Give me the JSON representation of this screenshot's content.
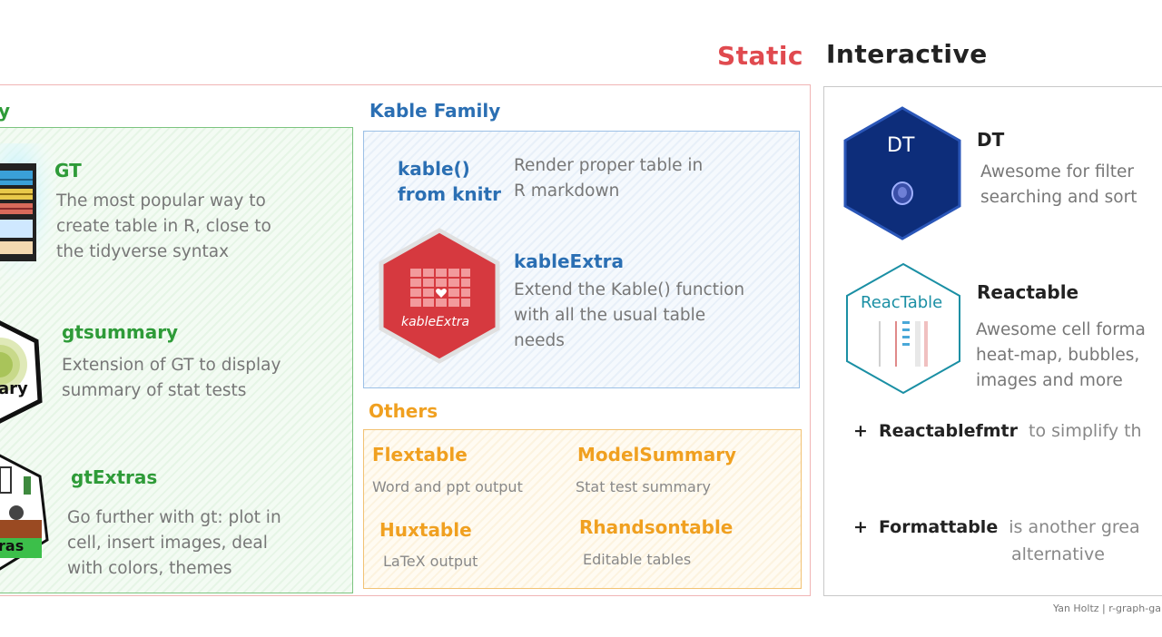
{
  "header": {
    "static_label": "Static",
    "interactive_label": "Interactive"
  },
  "gt_family": {
    "title": "y",
    "gt": {
      "name": "GT",
      "desc_lines": [
        "The most popular way to",
        "create table in R, close to",
        "the tidyverse syntax"
      ]
    },
    "gtsummary": {
      "name": "gtsummary",
      "logo_text": "ary",
      "desc_lines": [
        "Extension of GT to display",
        "summary of stat tests"
      ]
    },
    "gtextras": {
      "name": "gtExtras",
      "logo_text": "ras",
      "desc_lines": [
        "Go further with gt: plot in",
        "cell, insert images, deal",
        "with colors, themes"
      ]
    }
  },
  "kable_family": {
    "title": "Kable Family",
    "kable": {
      "name_lines": [
        "kable()",
        "from knitr"
      ],
      "desc_lines": [
        "Render proper table in",
        "R markdown"
      ]
    },
    "kableextra": {
      "name": "kableExtra",
      "logo_text": "kableExtra",
      "desc_lines": [
        "Extend the Kable() function",
        "with all the usual table",
        "needs"
      ]
    }
  },
  "others": {
    "title": "Others",
    "items": [
      {
        "name": "Flextable",
        "desc": "Word and ppt output"
      },
      {
        "name": "ModelSummary",
        "desc": "Stat test summary"
      },
      {
        "name": "Huxtable",
        "desc": "LaTeX output"
      },
      {
        "name": "Rhandsontable",
        "desc": "Editable tables"
      }
    ]
  },
  "interactive": {
    "dt": {
      "name": "DT",
      "logo_text": "DT",
      "desc_lines": [
        "Awesome for filter",
        "searching and sort"
      ]
    },
    "reactable": {
      "name": "Reactable",
      "logo_text": "ReacTable",
      "desc_lines": [
        "Awesome cell forma",
        "heat-map, bubbles,",
        "images and more"
      ]
    },
    "notes": [
      {
        "plus": "+",
        "bold": "Reactablefmtr",
        "rest": "to simplify th"
      },
      {
        "plus": "+",
        "bold": "Formattable",
        "rest": "is another grea",
        "rest2": "alternative"
      }
    ]
  },
  "footer": {
    "credit": "Yan Holtz | r-graph-ga"
  },
  "colors": {
    "static": "#e04a4f",
    "green": "#2e9b38",
    "blue": "#2b6fb3",
    "orange": "#f0a020",
    "dt_navy": "#0d2d7a",
    "reactable_teal": "#1a8fa4"
  }
}
